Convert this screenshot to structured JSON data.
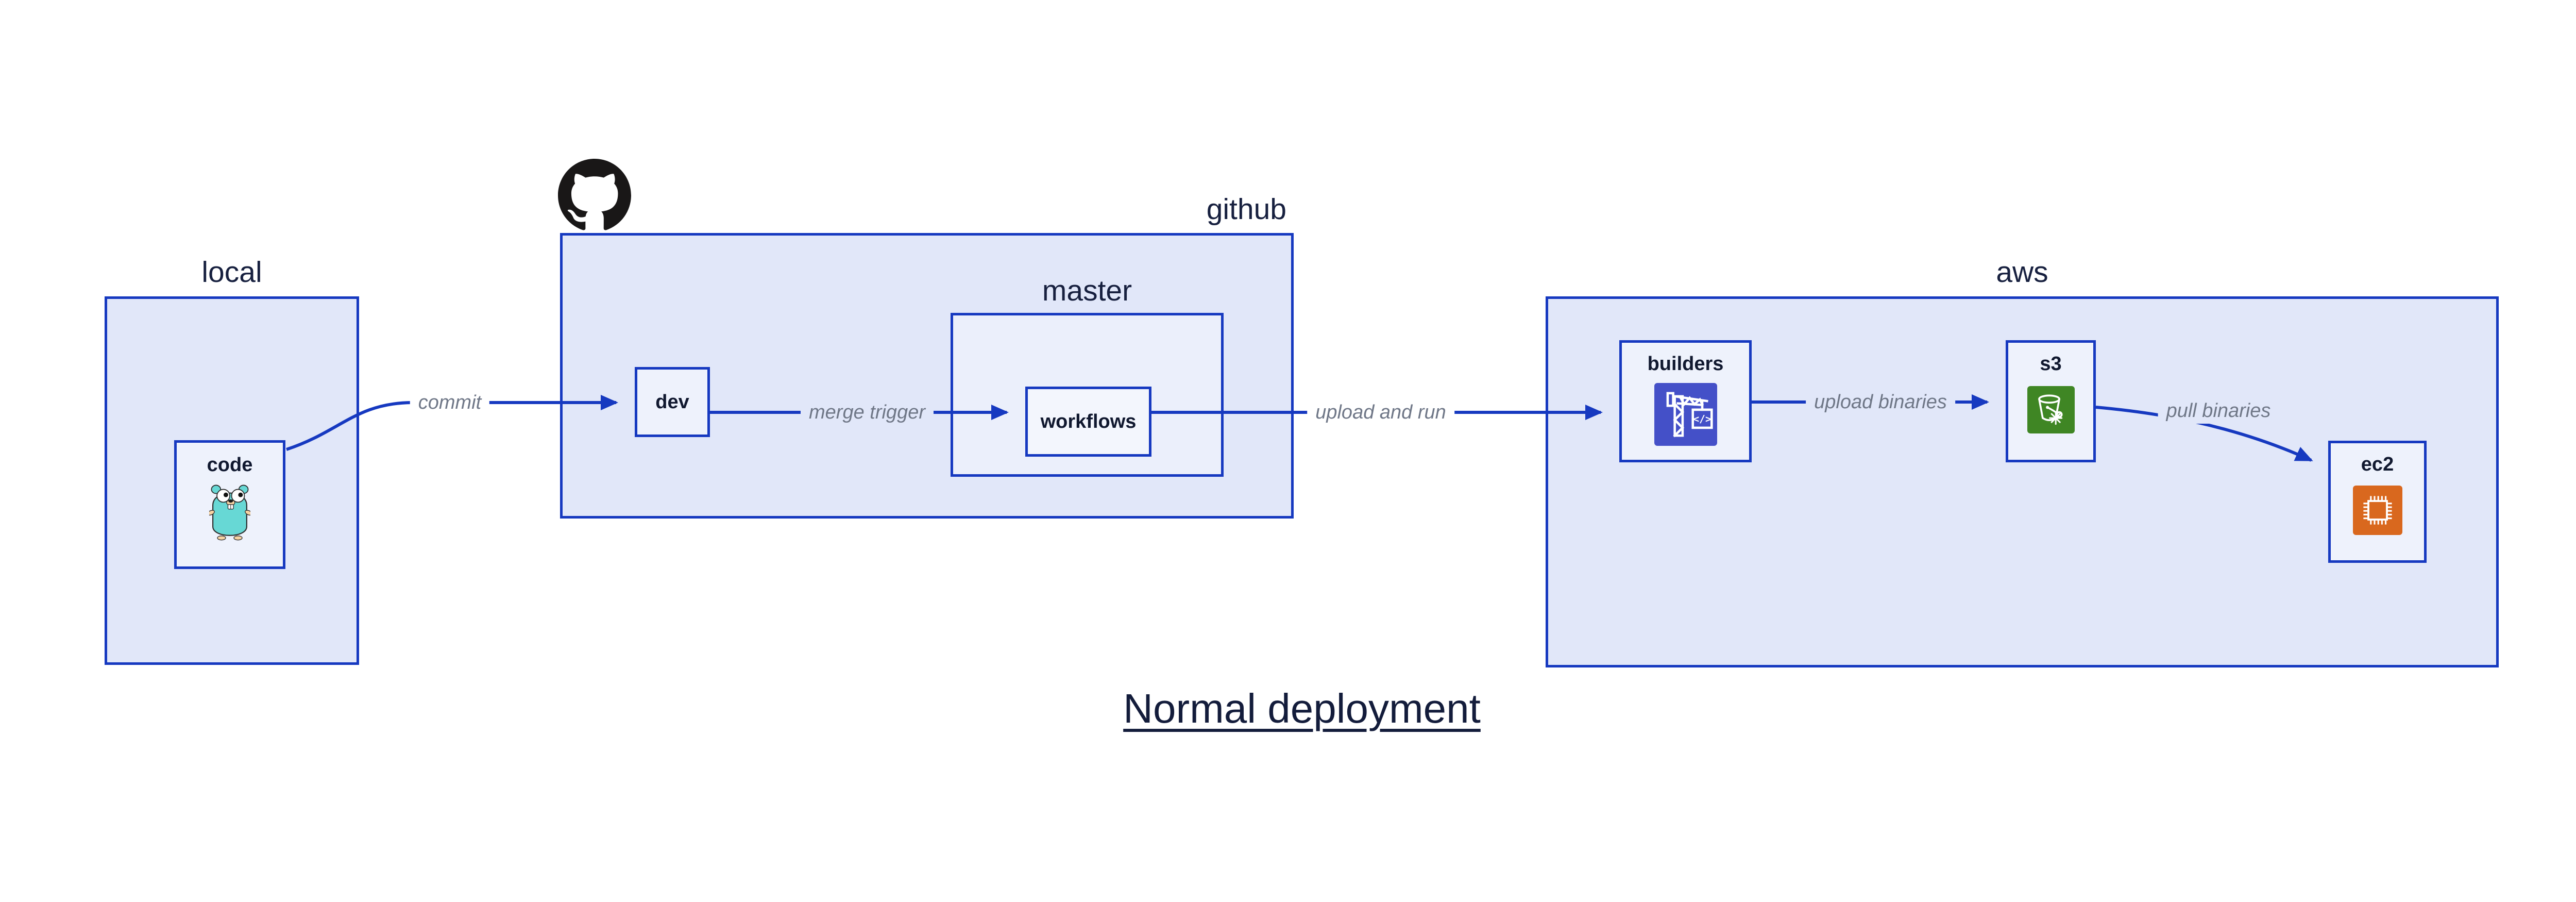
{
  "title": "Normal deployment",
  "containers": {
    "local": {
      "label": "local"
    },
    "github": {
      "label": "github"
    },
    "master": {
      "label": "master"
    },
    "aws": {
      "label": "aws"
    }
  },
  "nodes": {
    "code": {
      "label": "code",
      "icon": "go-gopher-icon"
    },
    "dev": {
      "label": "dev"
    },
    "workflows": {
      "label": "workflows"
    },
    "builders": {
      "label": "builders",
      "icon": "aws-codebuild-icon"
    },
    "s3": {
      "label": "s3",
      "icon": "aws-s3-glacier-bucket-icon"
    },
    "ec2": {
      "label": "ec2",
      "icon": "aws-ec2-chip-icon"
    }
  },
  "logo": {
    "name": "github-octocat-logo"
  },
  "edges": [
    {
      "label": "commit",
      "from": "code",
      "to": "dev"
    },
    {
      "label": "merge trigger",
      "from": "dev",
      "to": "workflows"
    },
    {
      "label": "upload and run",
      "from": "workflows",
      "to": "builders"
    },
    {
      "label": "upload binaries",
      "from": "builders",
      "to": "s3"
    },
    {
      "label": "pull binaries",
      "from": "s3",
      "to": "ec2"
    }
  ],
  "colors": {
    "border_blue": "#1639c0",
    "container_fill": "#e1e7f9",
    "master_fill": "#ebeffb",
    "node_fill": "#eef2fc",
    "label_navy": "#131c3b",
    "edge_label_gray": "#6f7787",
    "codebuild_tile": "#4450c8",
    "s3_tile": "#3f8624",
    "ec2_tile": "#d9681e",
    "gopher_teal": "#67d8d5"
  }
}
